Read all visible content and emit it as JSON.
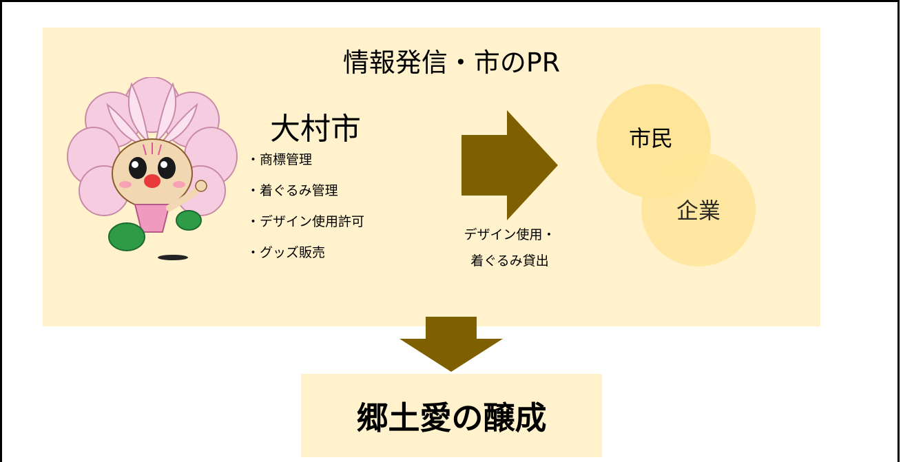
{
  "diagram": {
    "title": "情報発信・市のPR",
    "city": {
      "name": "大村市",
      "duties": [
        "・商標管理",
        "・着ぐるみ管理",
        "・デザイン使用許可",
        "・グッズ販売"
      ]
    },
    "arrow_caption": [
      "デザイン使用・",
      "着ぐるみ貸出"
    ],
    "recipients": {
      "citizens": "市民",
      "companies": "企業"
    },
    "result": "郷土愛の醸成"
  },
  "colors": {
    "panel_bg": "#fff2cc",
    "circle_fill": "#ffe599",
    "arrow_fill": "#7f6000",
    "mascot_petal": "#f6cde0",
    "mascot_shoe": "#2e9b46"
  },
  "icons": {
    "mascot": "sakura-mascot-illustration",
    "arrow_right": "arrow-right-icon",
    "arrow_down": "arrow-down-icon"
  }
}
